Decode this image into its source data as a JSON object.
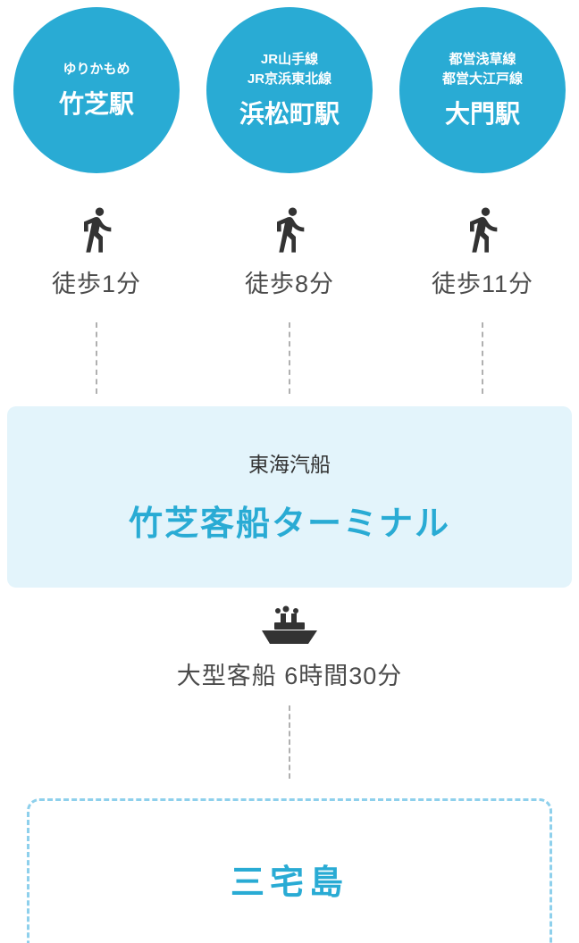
{
  "colors": {
    "accent": "#29abd4",
    "terminal_box_bg": "#e3f4fb",
    "destination_border": "#8ed0ec",
    "icon": "#333333",
    "muted_text": "#4b4b4b"
  },
  "stations": [
    {
      "lines": [
        "ゆりかもめ"
      ],
      "name": "竹芝駅",
      "walk": "徒歩1分"
    },
    {
      "lines": [
        "JR山手線",
        "JR京浜東北線"
      ],
      "name": "浜松町駅",
      "walk": "徒歩8分"
    },
    {
      "lines": [
        "都営浅草線",
        "都営大江戸線"
      ],
      "name": "大門駅",
      "walk": "徒歩11分"
    }
  ],
  "terminal": {
    "company": "東海汽船",
    "name": "竹芝客船ターミナル"
  },
  "voyage": {
    "label": "大型客船 6時間30分"
  },
  "destination": {
    "name": "三宅島"
  },
  "icons": {
    "walk": "walking-person-icon",
    "ship": "passenger-ship-icon"
  }
}
